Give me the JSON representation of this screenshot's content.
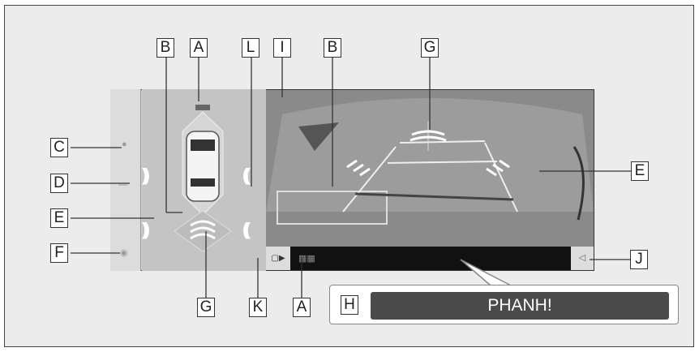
{
  "callouts": {
    "a_top": "A",
    "b_left": "B",
    "l": "L",
    "i": "I",
    "b_right": "B",
    "g_top": "G",
    "c": "C",
    "d": "D",
    "e_left": "E",
    "e_right": "E",
    "f": "F",
    "g_bottom": "G",
    "k": "K",
    "a_bottom": "A",
    "h": "H",
    "j": "J"
  },
  "brake_warning": "PHANH!",
  "icons": {
    "c": "person-sensor-icon",
    "d": "car-outline-icon",
    "f": "settings-dot-icon",
    "k": "view-switch-icon",
    "a_bar": "sensor-indicator-icon",
    "j": "speaker-mute-icon",
    "i": "sensor-alert-icon"
  },
  "colors": {
    "frame_bg": "#ececec",
    "camera_bg": "#8a8a8a",
    "warning_bar": "#4b4b4b"
  }
}
